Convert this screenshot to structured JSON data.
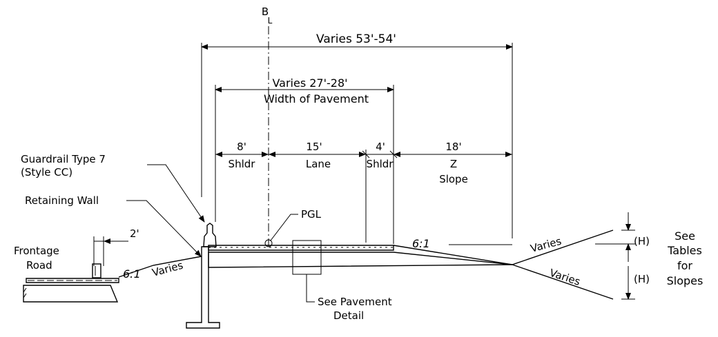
{
  "labels": {
    "centerline": "B",
    "centerline_sub": "L",
    "overall_width": "Varies 53'-54'",
    "pavement_width": "Varies 27'-28'",
    "pavement_caption": "Width of Pavement",
    "shldr_left_dim": "8'",
    "shldr_left": "Shldr",
    "lane_dim": "15'",
    "lane": "Lane",
    "shldr_right_dim": "4'",
    "shldr_right": "Shldr",
    "slope_dim": "18'",
    "slope_z": "Z",
    "slope_word": "Slope",
    "guardrail_line1": "Guardrail Type 7",
    "guardrail_line2": "(Style CC)",
    "retaining_wall": "Retaining Wall",
    "pgl": "PGL",
    "frontage_line1": "Frontage",
    "frontage_line2": "Road",
    "two_ft": "2'",
    "ratio_left": "6:1",
    "varies_left": "Varies",
    "ratio_right": "6:1",
    "varies_right_top": "Varies",
    "varies_right_bottom": "Varies",
    "h_top": "(H)",
    "h_bottom": "(H)",
    "see_tables_1": "See",
    "see_tables_2": "Tables",
    "see_tables_3": "for",
    "see_tables_4": "Slopes",
    "pavement_detail_1": "See Pavement",
    "pavement_detail_2": "Detail"
  }
}
